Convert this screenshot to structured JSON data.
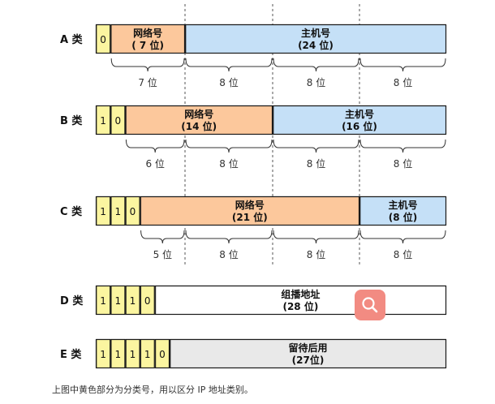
{
  "colors": {
    "yellow": "#fbf5a0",
    "orange": "#fcc89c",
    "blue": "#c5e0f7",
    "white": "#ffffff",
    "gray": "#e9e9e9",
    "search_button": "#f28b82"
  },
  "classes": [
    {
      "label": "A 类",
      "bits": [
        "0"
      ],
      "segments": [
        {
          "title": "网络号",
          "sub": "( 7 位)",
          "color": "orange"
        },
        {
          "title": "主机号",
          "sub": "(24 位)",
          "color": "blue"
        }
      ],
      "braces": [
        "7 位",
        "8 位",
        "8 位",
        "8 位"
      ]
    },
    {
      "label": "B 类",
      "bits": [
        "1",
        "0"
      ],
      "segments": [
        {
          "title": "网络号",
          "sub": "(14 位)",
          "color": "orange"
        },
        {
          "title": "主机号",
          "sub": "(16 位)",
          "color": "blue"
        }
      ],
      "braces": [
        "6 位",
        "8 位",
        "8 位",
        "8 位"
      ]
    },
    {
      "label": "C 类",
      "bits": [
        "1",
        "1",
        "0"
      ],
      "segments": [
        {
          "title": "网络号",
          "sub": "(21 位)",
          "color": "orange"
        },
        {
          "title": "主机号",
          "sub": "(8 位)",
          "color": "blue"
        }
      ],
      "braces": [
        "5 位",
        "8 位",
        "8 位",
        "8 位"
      ]
    },
    {
      "label": "D 类",
      "bits": [
        "1",
        "1",
        "1",
        "0"
      ],
      "segments": [
        {
          "title": "组播地址",
          "sub": "(28 位)",
          "color": "white"
        }
      ],
      "braces": []
    },
    {
      "label": "E 类",
      "bits": [
        "1",
        "1",
        "1",
        "1",
        "0"
      ],
      "segments": [
        {
          "title": "留待后用",
          "sub": "(27位)",
          "color": "gray"
        }
      ],
      "braces": []
    }
  ],
  "caption": "上图中黄色部分为分类号，用以区分 IP 地址类别。",
  "search_icon": "magnifier-icon"
}
